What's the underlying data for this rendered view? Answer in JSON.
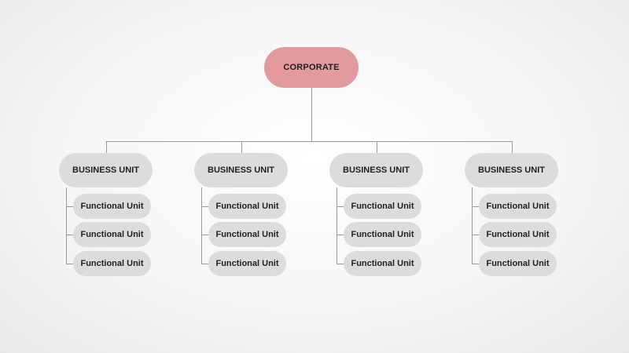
{
  "colors": {
    "corporate_fill": "#e29a9c",
    "unit_fill": "#dcdcdc",
    "connector": "#9a9a9a",
    "text": "#222222"
  },
  "corporate": {
    "label": "CORPORATE"
  },
  "business_units": [
    {
      "label": "BUSINESS UNIT",
      "functional_units": [
        "Functional Unit",
        "Functional Unit",
        "Functional Unit"
      ]
    },
    {
      "label": "BUSINESS UNIT",
      "functional_units": [
        "Functional Unit",
        "Functional Unit",
        "Functional Unit"
      ]
    },
    {
      "label": "BUSINESS UNIT",
      "functional_units": [
        "Functional Unit",
        "Functional Unit",
        "Functional Unit"
      ]
    },
    {
      "label": "BUSINESS UNIT",
      "functional_units": [
        "Functional Unit",
        "Functional Unit",
        "Functional Unit"
      ]
    }
  ]
}
